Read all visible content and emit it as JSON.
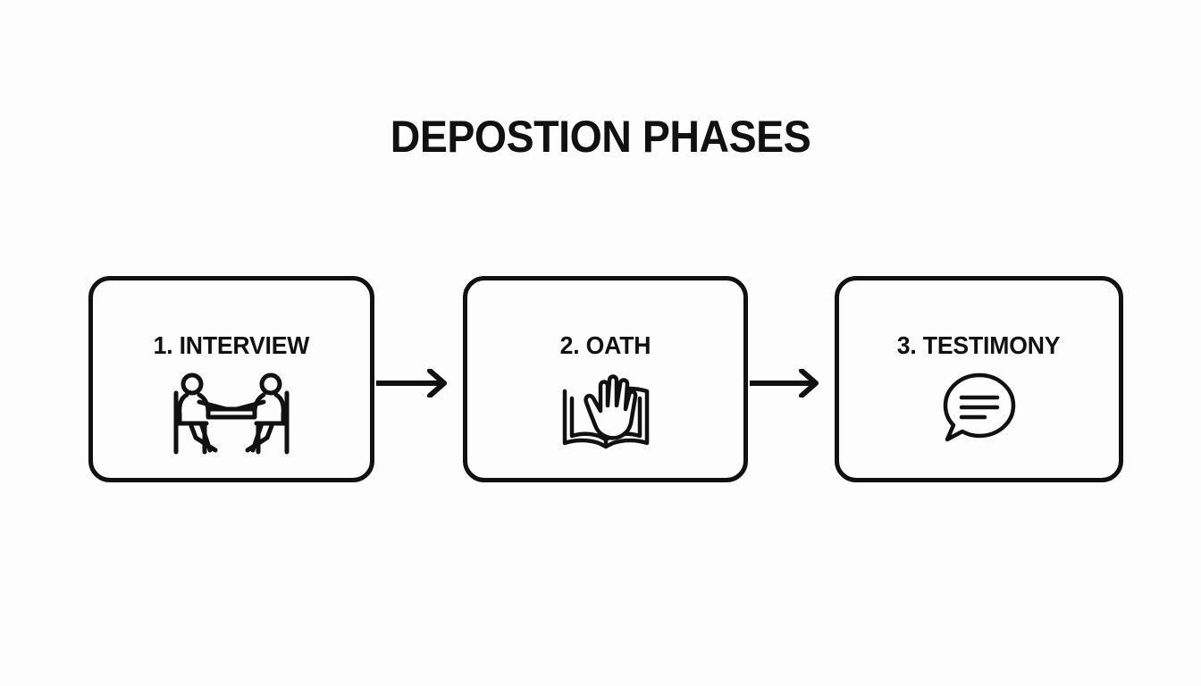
{
  "page": {
    "background_color": "#fdfdfd",
    "ink_color": "#111111",
    "title": "DEPOSTION PHASES"
  },
  "diagram": {
    "type": "horizontal-process-flow",
    "step_count": 3,
    "steps": [
      {
        "number": "1.",
        "name": "INTERVIEW",
        "label": "1. INTERVIEW",
        "icon": "two-people-at-table-icon"
      },
      {
        "number": "2.",
        "name": "OATH",
        "label": "2. OATH",
        "icon": "hand-on-book-icon"
      },
      {
        "number": "3.",
        "name": "TESTIMONY",
        "label": "3. TESTIMONY",
        "icon": "speech-bubble-icon"
      }
    ],
    "connectors": [
      {
        "icon": "arrow-right-icon",
        "from": "1. INTERVIEW",
        "to": "2. OATH"
      },
      {
        "icon": "arrow-right-icon",
        "from": "2. OATH",
        "to": "3. TESTIMONY"
      }
    ]
  }
}
